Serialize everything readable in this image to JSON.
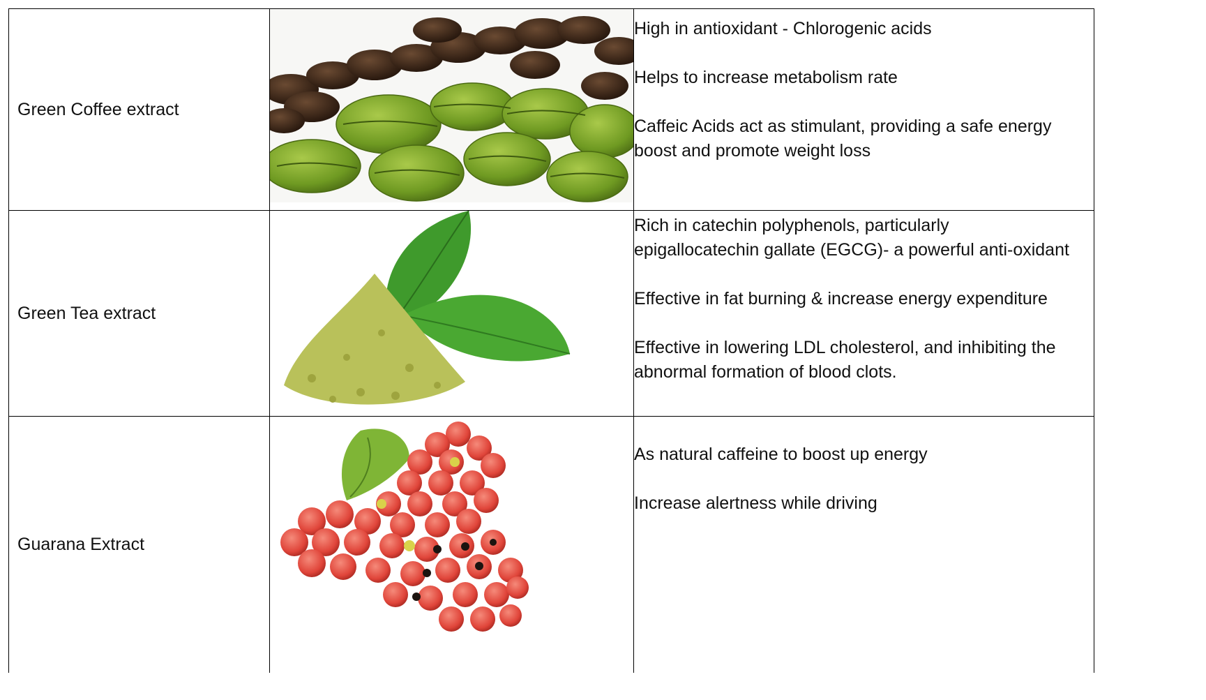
{
  "rows": [
    {
      "name": "Green Coffee extract",
      "image": "green-coffee-beans",
      "benefits": [
        "High in antioxidant - Chlorogenic acids",
        "Helps to increase metabolism rate",
        "Caffeic Acids act as stimulant, providing a safe energy",
        "boost and promote weight loss"
      ]
    },
    {
      "name": "Green Tea extract",
      "image": "green-tea-powder-and-leaves",
      "benefits": [
        "Rich in catechin polyphenols, particularly",
        "epigallocatechin gallate (EGCG)- a powerful anti-oxidant",
        "Effective in fat burning & increase energy expenditure",
        "Effective in lowering LDL cholesterol, and inhibiting the",
        "abnormal formation of blood clots."
      ]
    },
    {
      "name": "Guarana Extract",
      "image": "guarana-berries",
      "benefits": [
        "As natural caffeine to boost up energy",
        "Increase alertness while driving"
      ]
    }
  ],
  "colors": {
    "border": "#000000",
    "coffee_green": "#7ea62a",
    "coffee_roasted": "#3b2618",
    "tea_powder": "#b9c15a",
    "tea_leaf": "#3f9a2c",
    "guarana_red": "#e0453a",
    "guarana_seed": "#1c1410"
  }
}
